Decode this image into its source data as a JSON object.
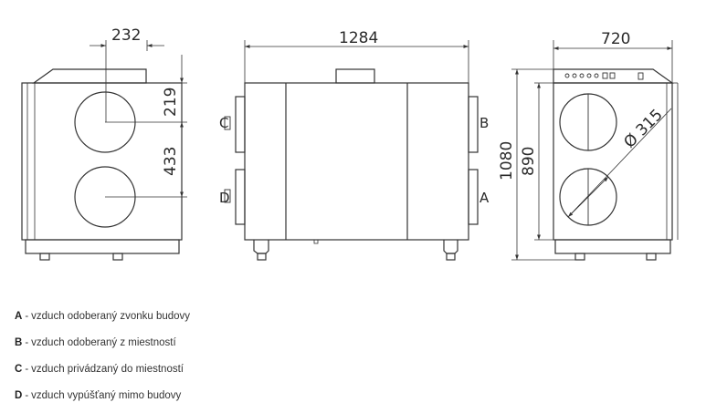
{
  "dimensions": {
    "width_232": "232",
    "offset_219": "219",
    "spacing_433": "433",
    "length_1284": "1284",
    "depth_720": "720",
    "height_1080": "1080",
    "height_890": "890",
    "diameter_315": "Ø 315"
  },
  "side_labels": {
    "c": "C",
    "d": "D",
    "b": "B",
    "a": "A"
  },
  "legend": {
    "separator": "-",
    "items": [
      {
        "key": "A",
        "text": "vzduch odoberaný zvonku budovy"
      },
      {
        "key": "B",
        "text": "vzduch odoberaný z miestností"
      },
      {
        "key": "C",
        "text": "vzduch privádzaný do miestností"
      },
      {
        "key": "D",
        "text": "vzduch vypúšťaný mimo budovy"
      }
    ]
  }
}
